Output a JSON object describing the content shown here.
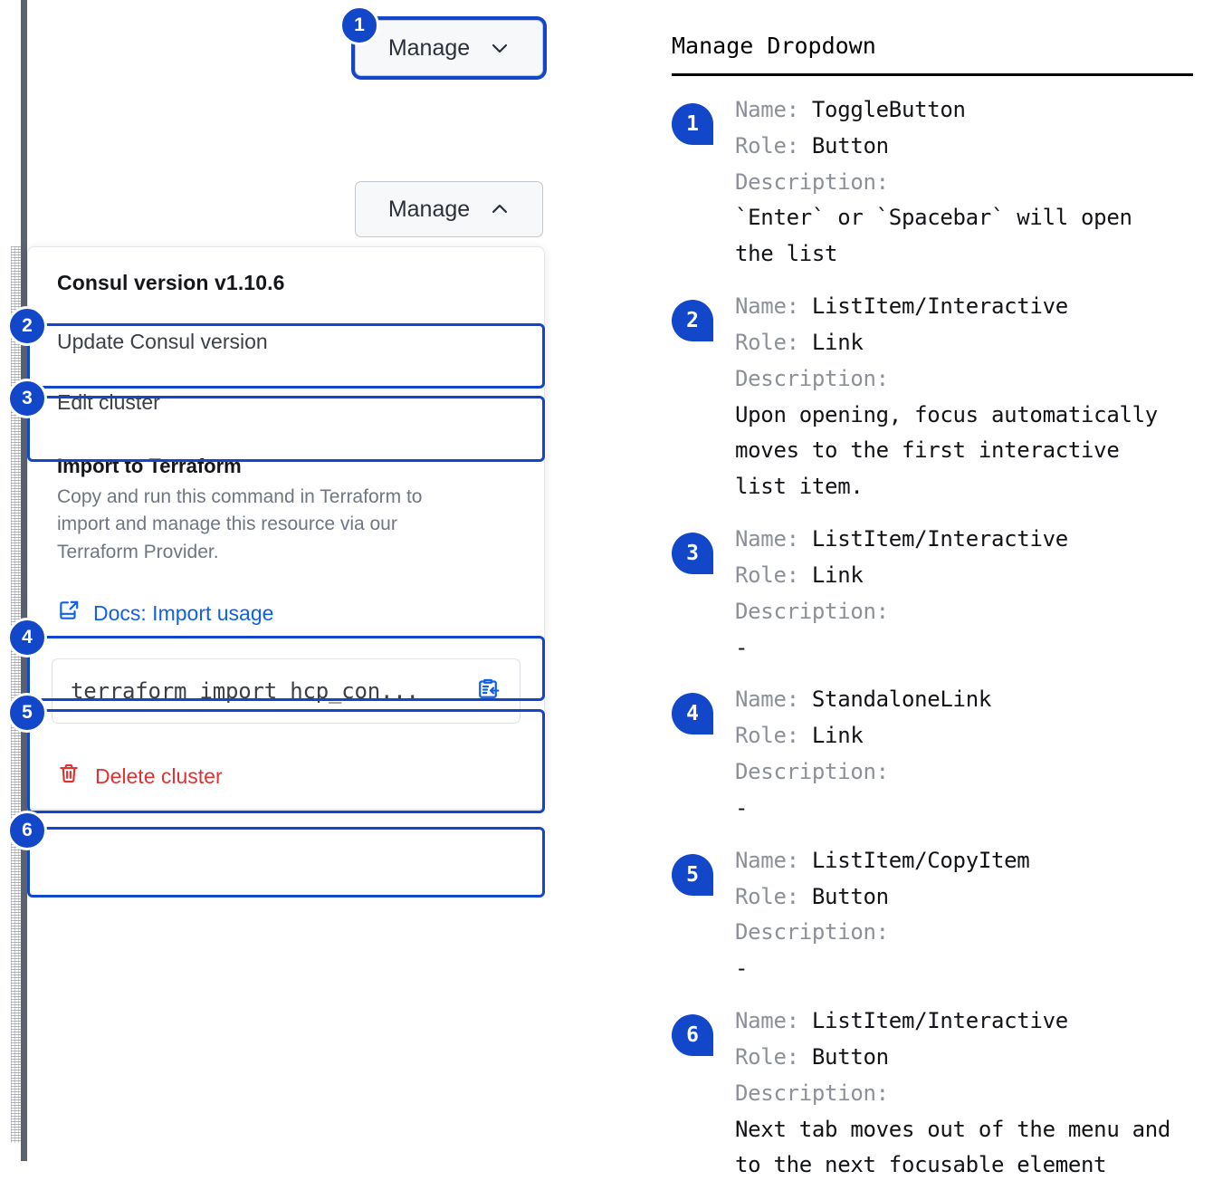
{
  "colors": {
    "accent_blue": "#1247c9",
    "link_blue": "#1060e8",
    "danger_red": "#e03232",
    "muted_text": "#6f7682",
    "mono_label": "#8b9099",
    "edge_bar": "#5c6270"
  },
  "left": {
    "collapsed_button": {
      "label": "Manage",
      "icon": "chevron-down-icon",
      "state": "collapsed"
    },
    "expanded_button": {
      "label": "Manage",
      "icon": "chevron-up-icon",
      "state": "expanded"
    },
    "dropdown": {
      "heading": "Consul version v1.10.6",
      "items": [
        {
          "label": "Update Consul version",
          "callout": "2"
        },
        {
          "label": "Edit cluster",
          "callout": "3"
        }
      ],
      "terraform_section": {
        "title": "Import to Terraform",
        "body": "Copy and run this command in Terraform to import and manage this resource via our Terraform Provider.",
        "docs_link": {
          "label": "Docs: Import usage",
          "icon": "docs-external-link-icon",
          "callout": "4"
        },
        "copy_field": {
          "value": "terraform import hcp_con...",
          "icon": "clipboard-copy-icon",
          "callout": "5"
        }
      },
      "delete_item": {
        "label": "Delete cluster",
        "icon": "trash-icon",
        "callout": "6"
      }
    },
    "callouts": [
      "1",
      "2",
      "3",
      "4",
      "5",
      "6"
    ]
  },
  "right": {
    "title": "Manage Dropdown",
    "field_labels": {
      "name": "Name:",
      "role": "Role:",
      "description": "Description:"
    },
    "entries": [
      {
        "number": "1",
        "name": "ToggleButton",
        "role": "Button",
        "description": "`Enter` or `Spacebar` will open\nthe list"
      },
      {
        "number": "2",
        "name": "ListItem/Interactive",
        "role": "Link",
        "description": "Upon opening, focus automatically\nmoves to the first interactive\nlist item."
      },
      {
        "number": "3",
        "name": "ListItem/Interactive",
        "role": "Link",
        "description": "-"
      },
      {
        "number": "4",
        "name": "StandaloneLink",
        "role": "Link",
        "description": "-"
      },
      {
        "number": "5",
        "name": "ListItem/CopyItem",
        "role": "Button",
        "description": "-"
      },
      {
        "number": "6",
        "name": "ListItem/Interactive",
        "role": "Button",
        "description": "Next tab moves out of the menu and\nto the next focusable element"
      }
    ]
  }
}
